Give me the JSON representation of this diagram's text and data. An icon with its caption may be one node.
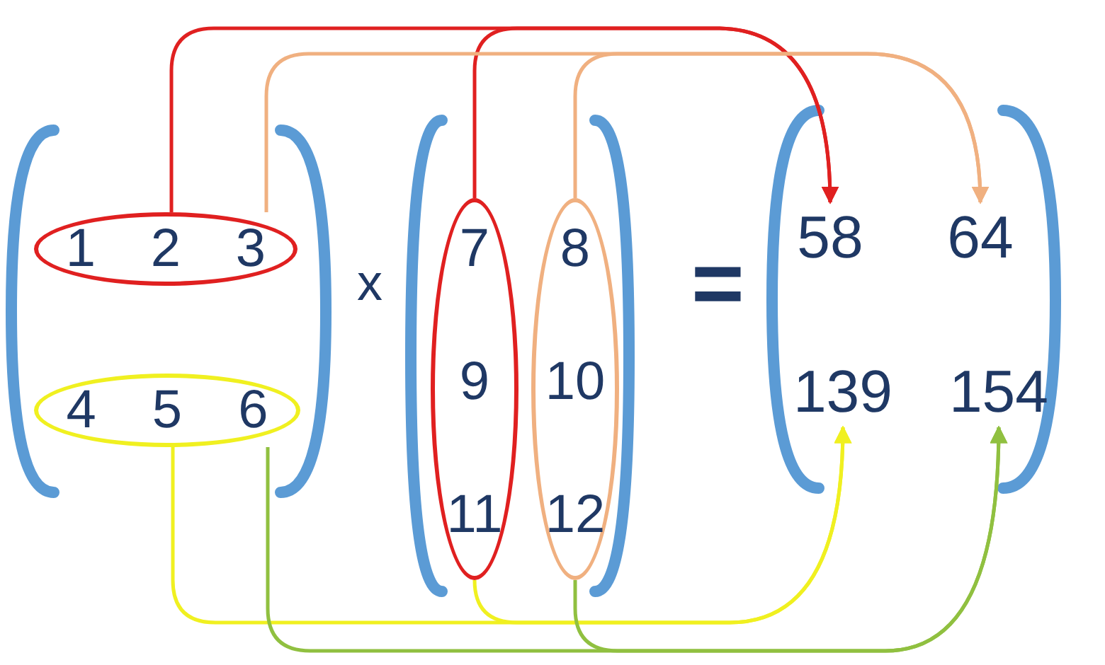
{
  "diagram": {
    "nodes": [
      {
        "text": [
          "1",
          "2",
          "3"
        ]
      },
      {
        "text": [
          "4",
          "5",
          "6"
        ]
      },
      {
        "text": [
          "7",
          "9",
          "11"
        ]
      },
      {
        "text": [
          "8",
          "10",
          "12"
        ]
      },
      {
        "text": [
          "58"
        ]
      },
      {
        "text": [
          "64"
        ]
      },
      {
        "text": [
          "139"
        ]
      },
      {
        "text": [
          "154"
        ]
      }
    ],
    "edges": [
      {
        "from": 0,
        "to": 4,
        "arrow": "to",
        "color": "#e02020"
      },
      {
        "from": 2,
        "to": 4,
        "arrow": "to",
        "color": "#e02020"
      },
      {
        "from": 0,
        "to": 5,
        "arrow": "to",
        "color": "#f0b080"
      },
      {
        "from": 3,
        "to": 5,
        "arrow": "to",
        "color": "#f0b080"
      },
      {
        "from": 1,
        "to": 6,
        "arrow": "to",
        "color": "#f0f020"
      },
      {
        "from": 2,
        "to": 6,
        "arrow": "to",
        "color": "#f0f020"
      },
      {
        "from": 1,
        "to": 7,
        "arrow": "to",
        "color": "#90c040"
      },
      {
        "from": 3,
        "to": 7,
        "arrow": "to",
        "color": "#90c040"
      }
    ],
    "labels": [
      "x",
      "="
    ]
  }
}
